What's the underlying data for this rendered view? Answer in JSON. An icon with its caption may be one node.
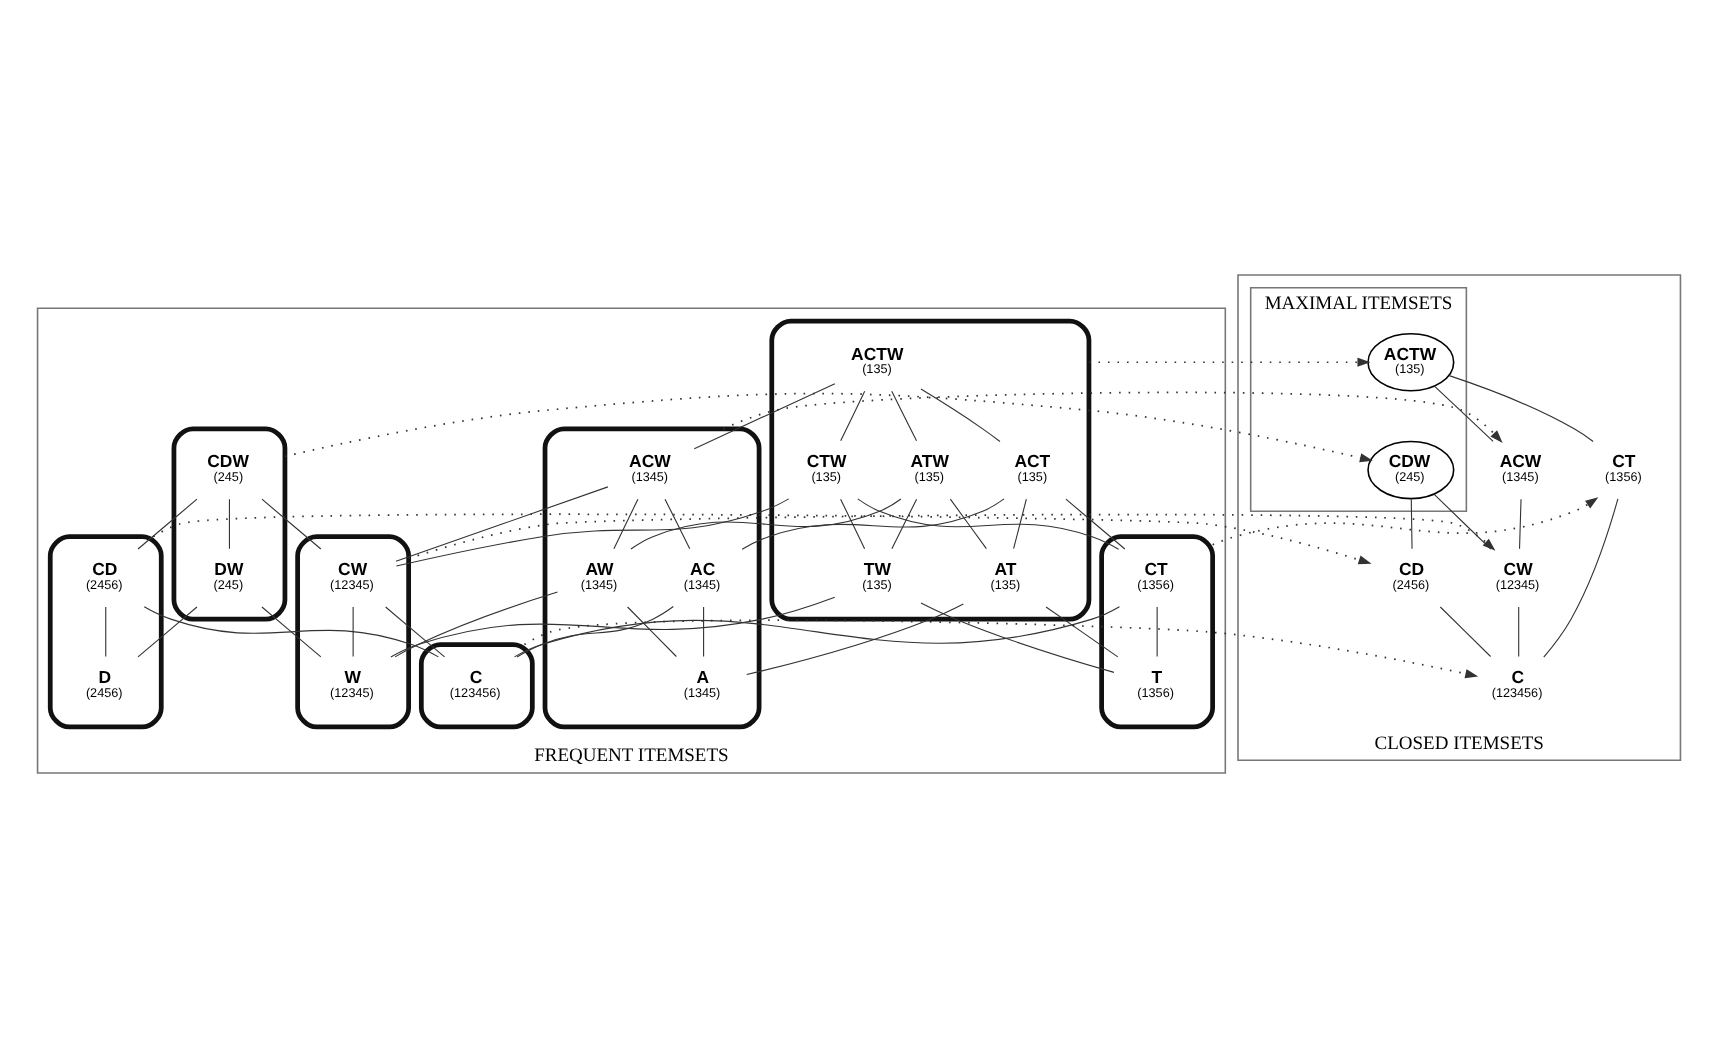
{
  "diagram": {
    "nodes": [
      {
        "text": [
          "FREQUENT ITEMSETS"
        ]
      },
      {
        "text": [],
        "shape": "blob",
        "in": 0
      },
      {
        "text": [
          "ACTW",
          "(135)"
        ],
        "in": 1
      },
      {
        "text": [
          "ACT",
          "(135)"
        ],
        "in": 1
      },
      {
        "text": [
          "ATW",
          "(135)"
        ],
        "in": 1
      },
      {
        "text": [
          "CTW",
          "(135)"
        ],
        "in": 1
      },
      {
        "text": [],
        "shape": "blob",
        "in": 0
      },
      {
        "text": [
          "ACW",
          "(1345)"
        ],
        "in": 6
      },
      {
        "text": [],
        "shape": "blob",
        "in": 0
      },
      {
        "text": [
          "CDW",
          "(245)"
        ],
        "in": 8
      },
      {
        "text": [
          "AT",
          "(135)"
        ],
        "in": 1
      },
      {
        "text": [
          "TW",
          "(135)"
        ],
        "in": 1
      },
      {
        "text": [
          "AW",
          "(1345)"
        ],
        "in": 6
      },
      {
        "text": [
          "AC",
          "(1345)"
        ],
        "in": 6
      },
      {
        "text": [],
        "shape": "blob",
        "in": 0
      },
      {
        "text": [
          "CD",
          "(2456)"
        ],
        "in": 14
      },
      {
        "text": [],
        "shape": "blob",
        "in": 0
      },
      {
        "text": [
          "CT",
          "(1356)"
        ],
        "in": 16
      },
      {
        "text": [],
        "shape": "blob",
        "in": 0
      },
      {
        "text": [
          "CW",
          "(12345)"
        ],
        "in": 18
      },
      {
        "text": [
          "DW",
          "(245)"
        ],
        "in": 8
      },
      {
        "text": [
          "A",
          "(1345)"
        ],
        "in": 6
      },
      {
        "text": [],
        "shape": "blob",
        "in": 0
      },
      {
        "text": [
          "C",
          "(123456)"
        ],
        "in": 22
      },
      {
        "text": [
          "D",
          "(2456)"
        ],
        "in": 14
      },
      {
        "text": [
          "T",
          "(1356)"
        ],
        "in": 16
      },
      {
        "text": [
          "W",
          "(12345)"
        ],
        "in": 18
      },
      {
        "text": [
          "CLOSED ITEMSETS"
        ]
      },
      {
        "text": [
          "MAXIMAL ITEMSETS"
        ],
        "in": 27
      },
      {
        "text": [
          "ACTW",
          "(135)"
        ],
        "in": 28
      },
      {
        "text": [
          "CDW",
          "(245)"
        ],
        "in": 28
      },
      {
        "text": [
          "ACW",
          "(1345)"
        ],
        "in": 27
      },
      {
        "text": [
          "CT",
          "(1356)"
        ],
        "in": 27
      },
      {
        "text": [
          "CD",
          "(2456)"
        ],
        "in": 27
      },
      {
        "text": [
          "CW",
          "(12345)"
        ],
        "in": 27
      },
      {
        "text": [
          "C",
          "(123456)"
        ],
        "in": 27
      }
    ],
    "edges": [
      {
        "from": 2,
        "to": 3,
        "arrow": "none"
      },
      {
        "from": 2,
        "to": 4,
        "arrow": "none"
      },
      {
        "from": 2,
        "to": 5,
        "arrow": "none"
      },
      {
        "from": 2,
        "to": 7,
        "arrow": "none"
      },
      {
        "from": 3,
        "to": 10,
        "arrow": "none"
      },
      {
        "from": 3,
        "to": 13,
        "arrow": "none"
      },
      {
        "from": 3,
        "to": 17,
        "arrow": "none"
      },
      {
        "from": 4,
        "to": 10,
        "arrow": "none"
      },
      {
        "from": 4,
        "to": 11,
        "arrow": "none"
      },
      {
        "from": 4,
        "to": 12,
        "arrow": "none"
      },
      {
        "from": 5,
        "to": 11,
        "arrow": "none"
      },
      {
        "from": 5,
        "to": 17,
        "arrow": "none"
      },
      {
        "from": 5,
        "to": 19,
        "arrow": "none"
      },
      {
        "from": 7,
        "to": 12,
        "arrow": "none"
      },
      {
        "from": 7,
        "to": 13,
        "arrow": "none"
      },
      {
        "from": 7,
        "to": 19,
        "arrow": "none"
      },
      {
        "from": 9,
        "to": 15,
        "arrow": "none"
      },
      {
        "from": 9,
        "to": 19,
        "arrow": "none"
      },
      {
        "from": 9,
        "to": 20,
        "arrow": "none"
      },
      {
        "from": 10,
        "to": 21,
        "arrow": "none"
      },
      {
        "from": 10,
        "to": 25,
        "arrow": "none"
      },
      {
        "from": 11,
        "to": 25,
        "arrow": "none"
      },
      {
        "from": 11,
        "to": 26,
        "arrow": "none"
      },
      {
        "from": 12,
        "to": 21,
        "arrow": "none"
      },
      {
        "from": 12,
        "to": 26,
        "arrow": "none"
      },
      {
        "from": 13,
        "to": 21,
        "arrow": "none"
      },
      {
        "from": 13,
        "to": 23,
        "arrow": "none"
      },
      {
        "from": 15,
        "to": 23,
        "arrow": "none"
      },
      {
        "from": 15,
        "to": 24,
        "arrow": "none"
      },
      {
        "from": 17,
        "to": 23,
        "arrow": "none"
      },
      {
        "from": 17,
        "to": 25,
        "arrow": "none"
      },
      {
        "from": 19,
        "to": 23,
        "arrow": "none"
      },
      {
        "from": 19,
        "to": 26,
        "arrow": "none"
      },
      {
        "from": 20,
        "to": 24,
        "arrow": "none"
      },
      {
        "from": 20,
        "to": 26,
        "arrow": "none"
      },
      {
        "from": 29,
        "to": 31,
        "arrow": "none"
      },
      {
        "from": 29,
        "to": 32,
        "arrow": "none"
      },
      {
        "from": 30,
        "to": 34,
        "arrow": "none"
      },
      {
        "from": 30,
        "to": 33,
        "arrow": "none"
      },
      {
        "from": 31,
        "to": 34,
        "arrow": "none"
      },
      {
        "from": 34,
        "to": 35,
        "arrow": "none"
      },
      {
        "from": 32,
        "to": 35,
        "arrow": "none"
      },
      {
        "from": 33,
        "to": 35,
        "arrow": "none"
      },
      {
        "from": 1,
        "to": 29,
        "arrow": "to",
        "style": "dashed"
      },
      {
        "from": 6,
        "to": 31,
        "arrow": "to",
        "style": "dashed"
      },
      {
        "from": 8,
        "to": 30,
        "arrow": "to",
        "style": "dashed"
      },
      {
        "from": 18,
        "to": 34,
        "arrow": "to",
        "style": "dashed"
      },
      {
        "from": 16,
        "to": 32,
        "arrow": "to",
        "style": "dashed"
      },
      {
        "from": 14,
        "to": 33,
        "arrow": "to",
        "style": "dashed"
      },
      {
        "from": 22,
        "to": 35,
        "arrow": "to",
        "style": "dashed"
      }
    ]
  }
}
